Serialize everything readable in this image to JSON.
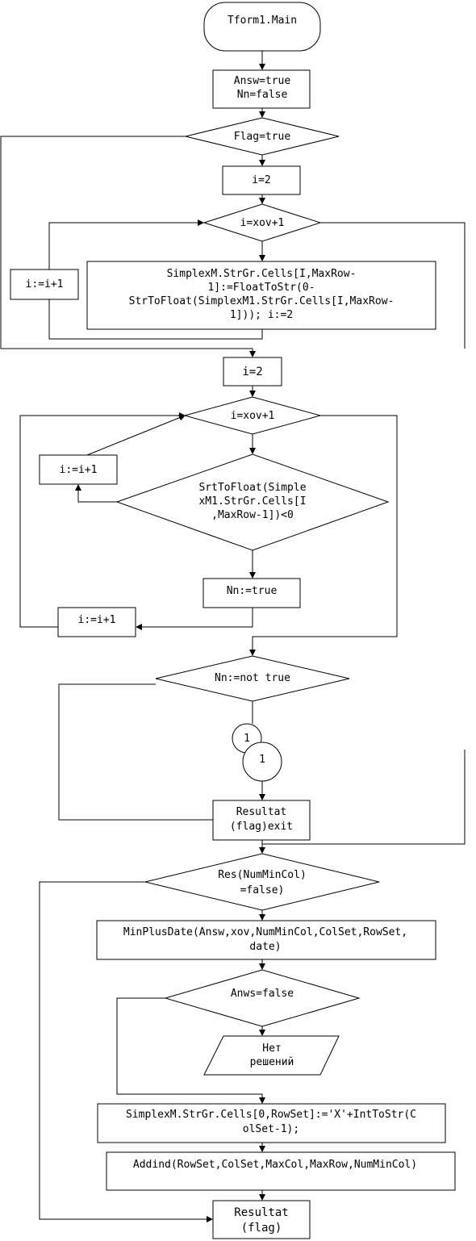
{
  "nodes": {
    "start": {
      "label": "Tform1.Main"
    },
    "init_box": {
      "lines": [
        "Answ=true",
        "Nn=false"
      ]
    },
    "flag_decision": {
      "label": "Flag=true"
    },
    "i_assign_1": {
      "label": "i=2"
    },
    "loop1_decision": {
      "label": "i=xov+1"
    },
    "loop1_incr": {
      "label": "i:=i+1"
    },
    "simplex_box": {
      "lines": [
        "SimplexM.StrGr.Cells[I,MaxRow-",
        "1]:=FloatToStr(0-",
        "StrToFloat(SimplexM1.StrGr.Cells[I,MaxRow-",
        "1])); i:=2"
      ]
    },
    "i_assign_2": {
      "label": "i=2"
    },
    "loop2_decision": {
      "label": "i=xov+1"
    },
    "loop2_incr_upper": {
      "label": "i:=i+1"
    },
    "strtofloat_decision": {
      "lines": [
        "SrtToFloat(Simple",
        "xM1.StrGr.Cells[I",
        ",MaxRow-1])<0"
      ]
    },
    "nn_true_box": {
      "label": "Nn:=true"
    },
    "loop2_incr_lower": {
      "label": "i:=i+1"
    },
    "nn_not_true_decision": {
      "label": "Nn:=not true"
    },
    "connector_a": {
      "label": "1"
    },
    "connector_b": {
      "label": "1"
    },
    "resultat_exit_box": {
      "lines": [
        "Resultat",
        "(flag)exit"
      ]
    },
    "res_decision": {
      "lines": [
        "Res(NumMinCol)",
        "=false)"
      ]
    },
    "minplusdate_box": {
      "lines": [
        "MinPlusDate(Answ,xov,NumMinCol,ColSet,RowSet,",
        "date)"
      ]
    },
    "anws_decision": {
      "label": "Anws=false"
    },
    "no_solutions_io": {
      "lines": [
        "Нет",
        "решений"
      ]
    },
    "simplex_cells_box": {
      "lines": [
        "SimplexM.StrGr.Cells[0,RowSet]:='X'+IntToStr(C",
        "olSet-1);"
      ]
    },
    "addind_box": {
      "label": "Addind(RowSet,ColSet,MaxCol,MaxRow,NumMinCol)"
    },
    "resultat_final_box": {
      "lines": [
        "Resultat",
        "(flag)"
      ]
    }
  }
}
